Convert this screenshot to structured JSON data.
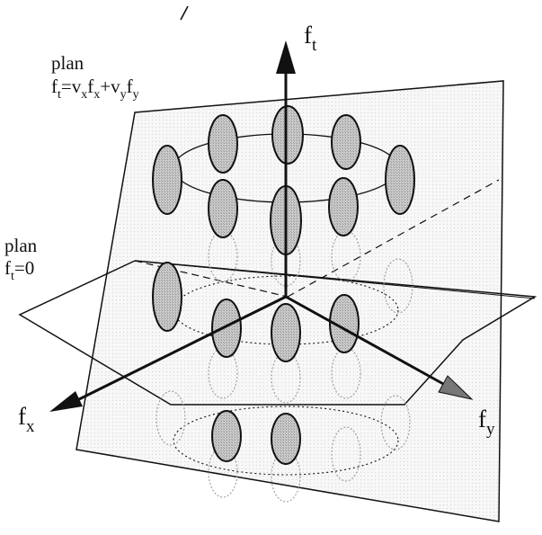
{
  "labels": {
    "ft_axis": "f",
    "ft_axis_sub": "t",
    "fx_axis": "f",
    "fx_axis_sub": "x",
    "fy_axis": "f",
    "fy_axis_sub": "y",
    "plane_velocity_title": "plan",
    "plane_velocity_eq": {
      "p1": "f",
      "s1": "t",
      "p2": "=v",
      "s2": "x",
      "p3": "f",
      "s3": "x",
      "p4": "+v",
      "s4": "y",
      "p5": "f",
      "s5": "y"
    },
    "plane_zero_title": "plan",
    "plane_zero_eq": {
      "p1": "f",
      "s1": "t",
      "p2": "=0"
    }
  },
  "colors": {
    "ink": "#111111",
    "ellipse_fill": "#bdbdbd",
    "plane_fill": "#f2f2f2",
    "faint": "#9a9a9a"
  }
}
